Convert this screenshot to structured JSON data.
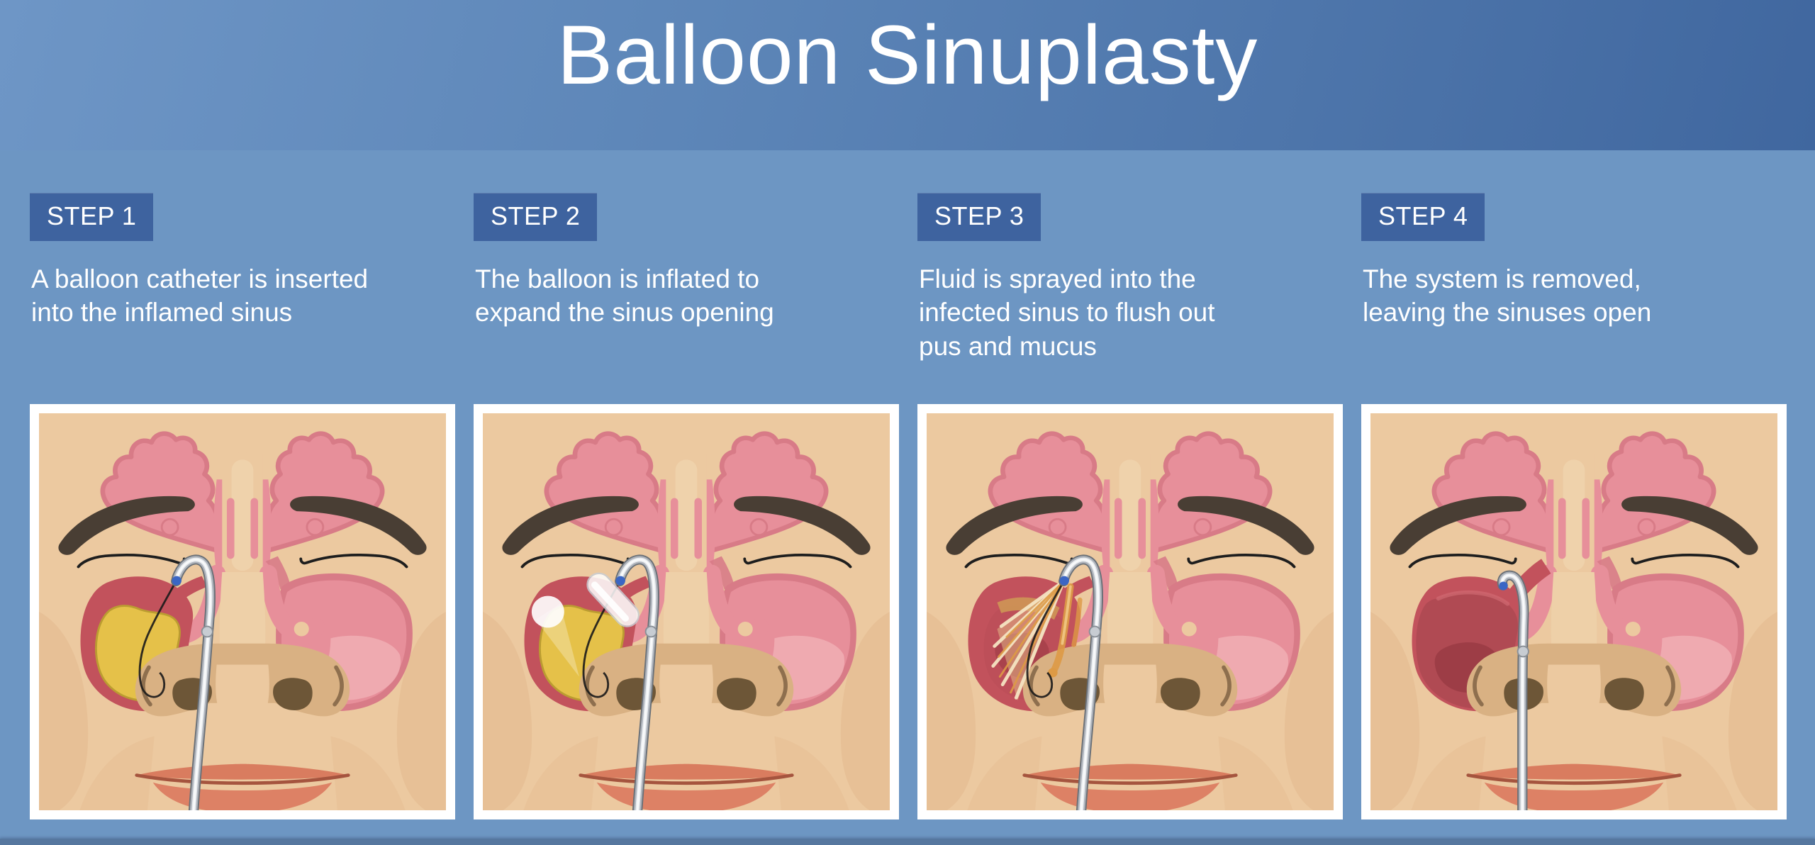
{
  "header": {
    "title": "Balloon Sinuplasty"
  },
  "steps": [
    {
      "label": "STEP 1",
      "description": "A balloon catheter is inserted\ninto the inflamed sinus",
      "illustration": "catheter-inserted"
    },
    {
      "label": "STEP 2",
      "description": "The balloon is inflated to\nexpand the sinus opening",
      "illustration": "balloon-inflated"
    },
    {
      "label": "STEP 3",
      "description": "Fluid is sprayed into the\ninfected sinus to flush out\npus and mucus",
      "illustration": "fluid-sprayed"
    },
    {
      "label": "STEP 4",
      "description": "The system is removed,\nleaving the sinuses open",
      "illustration": "system-removed"
    }
  ],
  "palette": {
    "header_left": "#6e96c6",
    "header_right": "#40679f",
    "body_background": "#6d96c3",
    "footer_strip": "#56779f",
    "badge_background": "#3e639f",
    "text": "#ffffff",
    "panel_frame": "#ffffff",
    "skin": "#ecc9a0",
    "skin_shade": "#e2b78b",
    "skin_light": "#f3d9b4",
    "sinus_pink": "#e78f9a",
    "sinus_pink_border": "#d87b87",
    "sinus_pink_light": "#efadb3",
    "inflamed_red": "#c2525c",
    "inflamed_red_dark": "#a43f49",
    "cleared_red": "#b04a53",
    "mucus_yellow": "#e5c149",
    "mucus_yellow_edge": "#bb9c31",
    "eyebrow_brown": "#493e34",
    "nose_band_tan": "#d9b183",
    "nostril_brown": "#6d5637",
    "lip_salmon": "#dd8165",
    "lip_line": "#a5543e",
    "catheter_gray": "#aeb3bb",
    "catheter_highlight": "#fafbfc",
    "catheter_tip_blue": "#3b66c4",
    "spray_orange": "#dd9a45",
    "spray_cream": "#f4e4c2",
    "balloon_white": "#ffffff"
  }
}
